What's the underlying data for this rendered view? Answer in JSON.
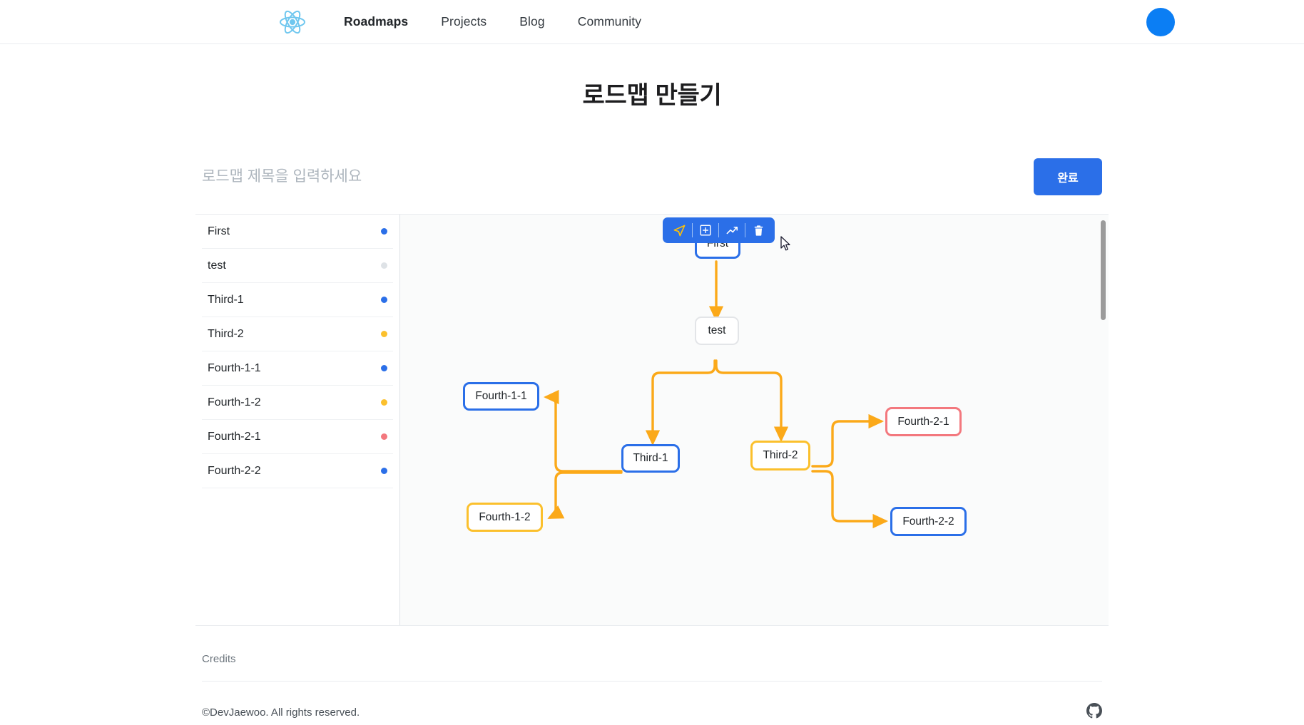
{
  "header": {
    "logo_icon": "react-atom-logo",
    "logo_color": "#6fc7ef",
    "links": [
      {
        "label": "Roadmaps",
        "active": true
      },
      {
        "label": "Projects",
        "active": false
      },
      {
        "label": "Blog",
        "active": false
      },
      {
        "label": "Community",
        "active": false
      }
    ],
    "avatar_color": "#0b7ef4"
  },
  "page": {
    "title": "로드맵 만들기"
  },
  "title_row": {
    "input_value": "",
    "input_placeholder": "로드맵 제목을 입력하세요",
    "done_label": "완료",
    "done_color": "#2b6fe8"
  },
  "sidebar": {
    "items": [
      {
        "label": "First",
        "dot_color": "#2b6fe8"
      },
      {
        "label": "test",
        "dot_color": "#dee2e6"
      },
      {
        "label": "Third-1",
        "dot_color": "#2b6fe8"
      },
      {
        "label": "Third-2",
        "dot_color": "#fbc02d"
      },
      {
        "label": "Fourth-1-1",
        "dot_color": "#2b6fe8"
      },
      {
        "label": "Fourth-1-2",
        "dot_color": "#fbc02d"
      },
      {
        "label": "Fourth-2-1",
        "dot_color": "#f3787e"
      },
      {
        "label": "Fourth-2-2",
        "dot_color": "#2b6fe8"
      }
    ]
  },
  "toolbar": {
    "background": "#2b6fe8",
    "buttons": [
      {
        "icon": "cursor-pointer-icon",
        "color": "#ffc107"
      },
      {
        "icon": "add-box-icon",
        "color": "#ffffff"
      },
      {
        "icon": "trend-line-icon",
        "color": "#ffffff"
      },
      {
        "icon": "trash-icon",
        "color": "#ffffff"
      }
    ]
  },
  "canvas": {
    "edge_color": "#fbA919",
    "nodes": [
      {
        "id": "first",
        "label": "First",
        "border_color": "#2b6fe8",
        "selected": true
      },
      {
        "id": "test",
        "label": "test",
        "border_color": "#e3e5e8",
        "selected": false
      },
      {
        "id": "third1",
        "label": "Third-1",
        "border_color": "#2b6fe8",
        "selected": false
      },
      {
        "id": "third2",
        "label": "Third-2",
        "border_color": "#fbc02d",
        "selected": false
      },
      {
        "id": "fourth11",
        "label": "Fourth-1-1",
        "border_color": "#2b6fe8",
        "selected": false
      },
      {
        "id": "fourth12",
        "label": "Fourth-1-2",
        "border_color": "#fbc02d",
        "selected": false
      },
      {
        "id": "fourth21",
        "label": "Fourth-2-1",
        "border_color": "#f3787e",
        "selected": false
      },
      {
        "id": "fourth22",
        "label": "Fourth-2-2",
        "border_color": "#2b6fe8",
        "selected": false
      }
    ],
    "edges": [
      {
        "from": "first",
        "to": "test"
      },
      {
        "from": "test",
        "to": "third1"
      },
      {
        "from": "test",
        "to": "third2"
      },
      {
        "from": "third1",
        "to": "fourth11"
      },
      {
        "from": "third1",
        "to": "fourth12"
      },
      {
        "from": "third2",
        "to": "fourth21"
      },
      {
        "from": "third2",
        "to": "fourth22"
      }
    ]
  },
  "footer": {
    "credits_label": "Credits",
    "copyright": "©DevJaewoo. All rights reserved.",
    "github_icon": "github-icon"
  }
}
